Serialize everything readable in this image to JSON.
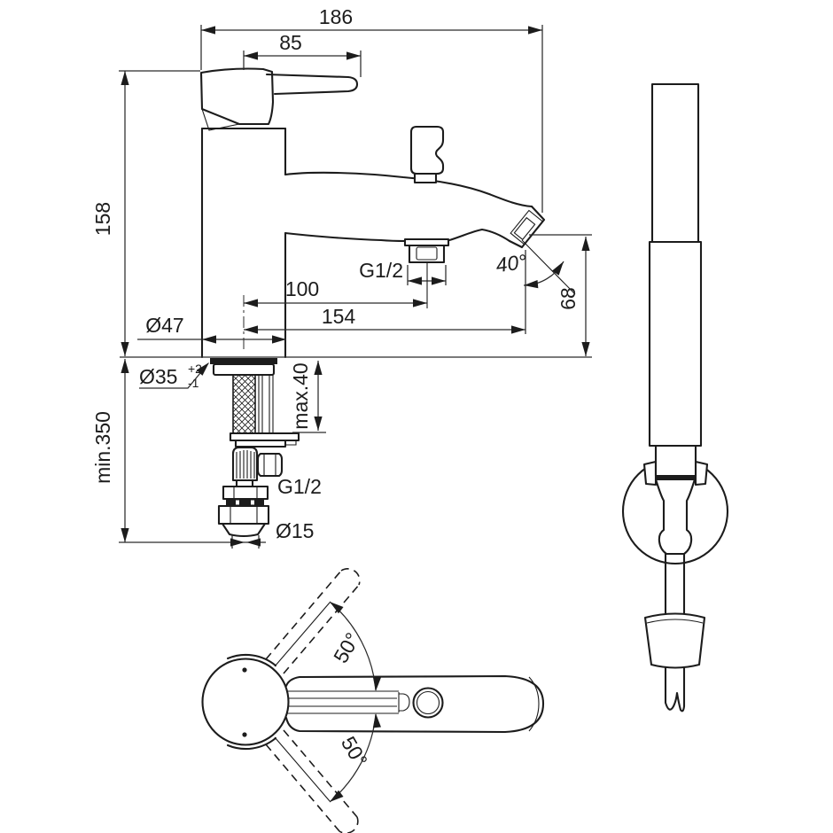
{
  "drawing": {
    "type": "bath-shower-mixer-installation-drawing",
    "background": "#ffffff",
    "line_color": "#1c1c1c",
    "dims": {
      "total_width": "186",
      "handle_length": "85",
      "body_height": "158",
      "body_diameter": "Ø47",
      "hole_diameter": "Ø35",
      "hole_tol_plus": "+2",
      "hole_tol_minus": "-1",
      "hose_min_length": "min.350",
      "deck_thickness_max": "max.40",
      "diverter_outlet_thread": "G1/2",
      "outlet_center_reach": "100",
      "spout_reach": "154",
      "outlet_angle": "40°",
      "outlet_height": "68",
      "inlet_thread": "G1/2",
      "pipe_diameter": "Ø15",
      "handle_swing_up": "50°",
      "handle_swing_down": "50°"
    }
  }
}
